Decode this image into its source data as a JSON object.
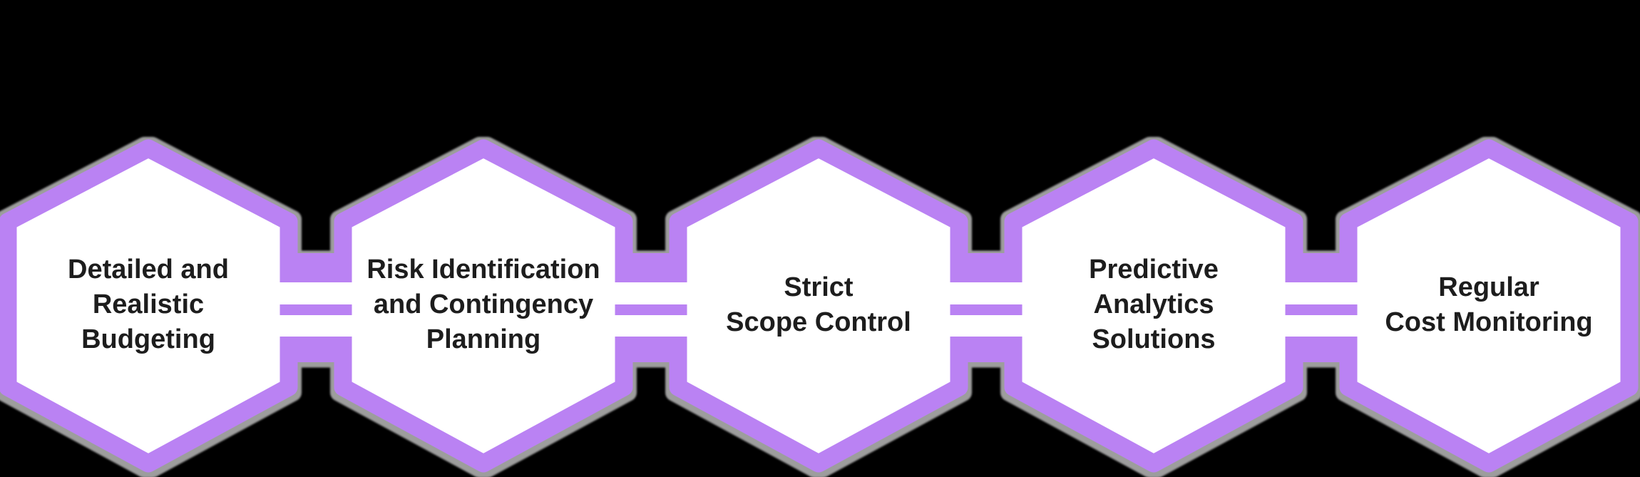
{
  "diagram": {
    "background_color": "#000000",
    "accent_color": "#ba82f3",
    "halo_color": "#9d9d9d",
    "text_color": "#1d1d1d",
    "node_fill_color": "#ffffff"
  },
  "hexagons": [
    {
      "label": "Detailed and\nRealistic\nBudgeting"
    },
    {
      "label": "Risk Identification\nand Contingency\nPlanning"
    },
    {
      "label": "Strict\nScope Control"
    },
    {
      "label": "Predictive\nAnalytics\nSolutions"
    },
    {
      "label": "Regular\nCost Monitoring"
    }
  ]
}
